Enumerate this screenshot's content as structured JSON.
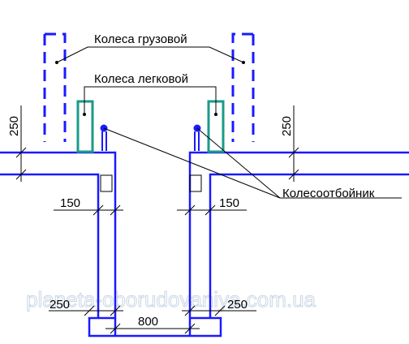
{
  "labels": {
    "truck_wheels": "Колеса грузовой",
    "car_wheels": "Колеса легковой",
    "wheel_stop": "Колесоотбойник"
  },
  "dimensions": {
    "left_height": "250",
    "right_height": "250",
    "left_wall": "150",
    "right_wall": "150",
    "pit_width": "800",
    "left_bottom": "250",
    "right_bottom": "250"
  },
  "watermark": "planeta-oborudovaniya.com.ua",
  "colors": {
    "structure": "#1a1aff",
    "car_wheel": "#1a9a8a",
    "leader": "#000000",
    "watermark": "#c9d6e6"
  }
}
